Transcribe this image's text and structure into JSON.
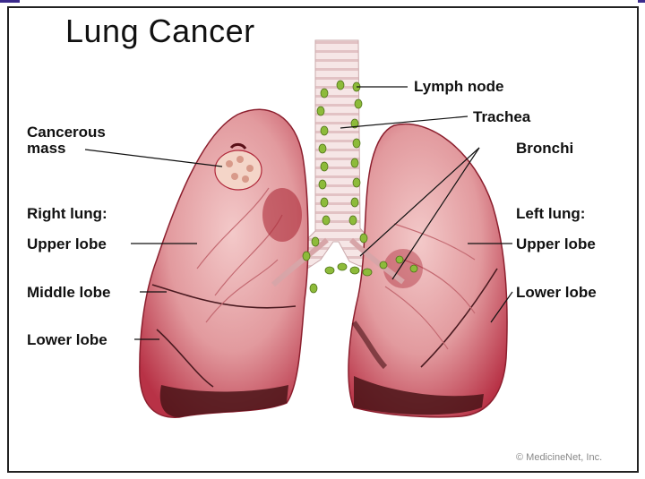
{
  "title": "Lung Cancer",
  "labels": {
    "cancerous_mass_1": "Cancerous",
    "cancerous_mass_2": "mass",
    "right_lung": "Right lung:",
    "right_upper": "Upper lobe",
    "right_middle": "Middle lobe",
    "right_lower": "Lower lobe",
    "lymph_node": "Lymph node",
    "trachea": "Trachea",
    "bronchi": "Bronchi",
    "left_lung": "Left lung:",
    "left_upper": "Upper lobe",
    "left_lower": "Lower lobe"
  },
  "credit": "© MedicineNet, Inc.",
  "colors": {
    "accent_bar": "#3b2a8c",
    "lung_fill": "#e7a3a6",
    "lung_dark": "#b0283a",
    "lymph_node": "#8dbb3a",
    "trachea": "#f1dcdc"
  }
}
